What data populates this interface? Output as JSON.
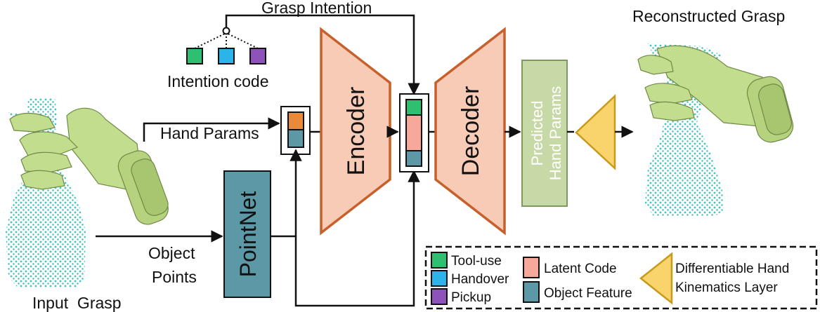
{
  "labels": {
    "grasp_intention": "Grasp Intention",
    "reconstructed_grasp": "Reconstructed Grasp",
    "intention_code": "Intention code",
    "hand_params": "Hand Params",
    "object_points_line1": "Object",
    "object_points_line2": "Points",
    "input_grasp": "Input  Grasp",
    "pointnet": "PointNet",
    "encoder": "Encoder",
    "decoder": "Decoder",
    "predicted_line1": "Predicted",
    "predicted_line2": "Hand Params"
  },
  "legend": {
    "tool_use": "Tool-use",
    "handover": "Handover",
    "pickup": "Pickup",
    "latent_code": "Latent Code",
    "object_feature": "Object Feature",
    "diff_line1": "Differentiable Hand",
    "diff_line2": "Kinematics Layer"
  },
  "colors": {
    "tool_use": "#2fbf71",
    "handover": "#2bb3ea",
    "pickup": "#8e53b8",
    "hand_param": "#e98a3a",
    "latent": "#f6a89a",
    "object_feature": "#5c98a6",
    "trapezoid_fill": "#f7cbb5",
    "trapezoid_stroke": "#c7602a",
    "predicted_fill": "#c8d9a8",
    "predicted_stroke": "#7d9a5e",
    "kinematics_fill": "#f9d36c",
    "kinematics_stroke": "#c89a1a",
    "hand_mesh": "#c3dd8e",
    "point_cloud": "#3cc6c0"
  },
  "icons": [
    "spray-bottle-point-cloud",
    "robot-hand-mesh"
  ]
}
